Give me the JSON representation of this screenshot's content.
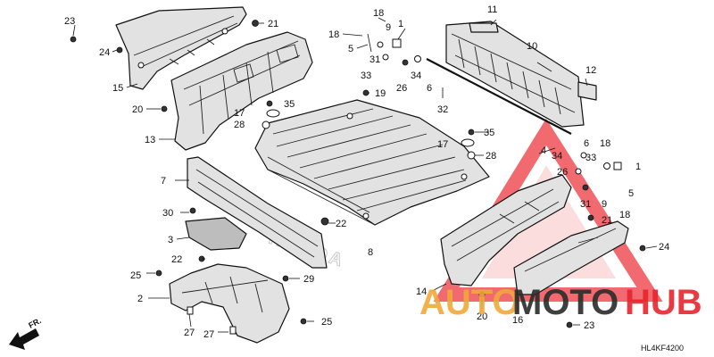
{
  "diagram_code": "HL4KF4200",
  "direction_label": "FR.",
  "brand_mark": "HONDA",
  "watermark": {
    "word_1": "AUTO",
    "word_2": "MOTO",
    "word_3": "HUB",
    "color_orange": "#f2a93b",
    "color_red": "#e8242c",
    "color_dark": "#2b2b2b"
  },
  "callouts": {
    "c1": "23",
    "c2": "21",
    "c3": "24",
    "c4": "15",
    "c5": "20",
    "c6": "13",
    "c7": "18",
    "c8": "9",
    "c9": "1",
    "c10": "18",
    "c11": "5",
    "c12": "31",
    "c13": "33",
    "c14": "26",
    "c15": "34",
    "c16": "6",
    "c17": "19",
    "c18": "35",
    "c19": "17",
    "c20": "28",
    "c21": "11",
    "c22": "10",
    "c23": "12",
    "c24": "32",
    "c25": "35",
    "c26": "17",
    "c27": "28",
    "c28": "4",
    "c29": "6",
    "c30": "18",
    "c31": "1",
    "c32": "34",
    "c33": "33",
    "c34": "26",
    "c35": "9",
    "c36": "5",
    "c37": "31",
    "c38": "21",
    "c39": "18",
    "c40": "7",
    "c41": "30",
    "c42": "22",
    "c43": "3",
    "c44": "8",
    "c45": "22",
    "c46": "25",
    "c47": "29",
    "c48": "2",
    "c49": "27",
    "c50": "27",
    "c51": "25",
    "c52": "24",
    "c53": "14",
    "c54": "20",
    "c55": "16",
    "c56": "23"
  }
}
